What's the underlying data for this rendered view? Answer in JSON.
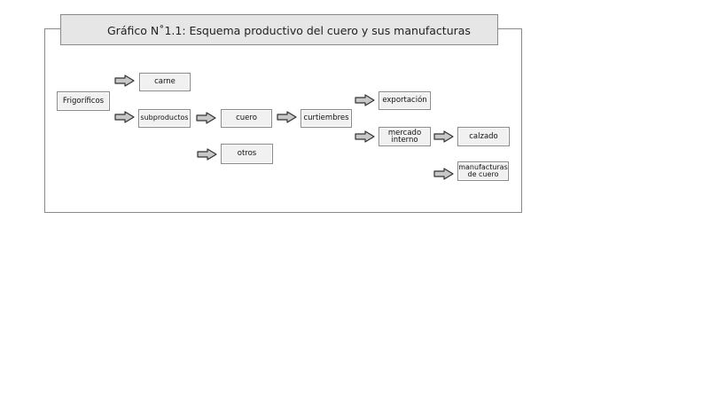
{
  "diagram": {
    "title": "Gráfico N˚1.1: Esquema productivo del cuero y sus manufacturas",
    "nodes": {
      "frigorificos": "Frigoríficos",
      "carne": "carne",
      "subproductos": "subproductos",
      "cuero": "cuero",
      "otros": "otros",
      "curtiembres": "curtiembres",
      "exportacion": "exportación",
      "mercado_interno": "mercado\ninterno",
      "calzado": "calzado",
      "manufacturas": "manufacturas\nde cuero"
    },
    "colors": {
      "border": "#8a8a8a",
      "node_fill": "#f1f1f1",
      "title_fill": "#e6e6e6",
      "arrow_fill": "#c8c8c8",
      "arrow_stroke": "#333333"
    }
  }
}
